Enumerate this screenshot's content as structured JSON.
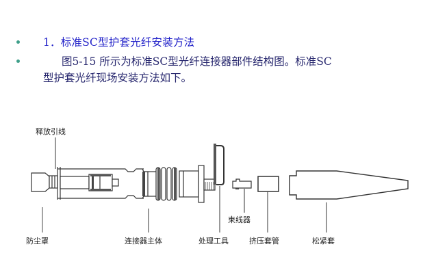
{
  "slide": {
    "bullets": [
      {
        "text": "1．标准SC型护套光纤安装方法",
        "color": "#1f1fc8"
      },
      {
        "text": "图5-15 所示为标准SC型光纤连接器部件结构图。标准SC型护套光纤现场安装方法如下。",
        "color": "#27276e"
      }
    ],
    "heading_number": "1．",
    "heading_text": "标准SC型护套光纤安装方法",
    "paragraph_line1": "图5-15 所示为标准SC型光纤连接器部件结构图。标准SC",
    "paragraph_line2": "型护套光纤现场安装方法如下。",
    "bullet_color": "#3f9f8a"
  },
  "figure": {
    "labels": {
      "release_wire": "释放引线",
      "dust_cap": "防尘罩",
      "connector_body": "连接器主体",
      "processing_tool": "处理工具",
      "cable_tie": "束线器",
      "crimp_sleeve": "挤压套管",
      "tight_boot": "松紧套"
    }
  }
}
